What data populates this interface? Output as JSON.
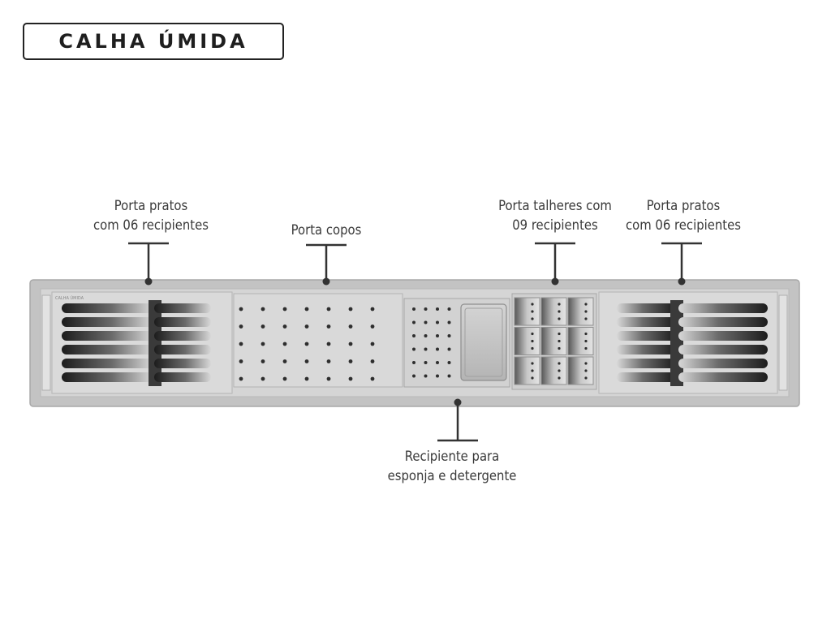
{
  "title": "CALHA ÚMIDA",
  "product_mark": "CALHA ÚMIDA",
  "callouts": [
    {
      "id": "porta-pratos-left",
      "lines": [
        "Porta pratos",
        "com 06 recipientes"
      ]
    },
    {
      "id": "porta-copos",
      "lines": [
        "Porta copos"
      ]
    },
    {
      "id": "porta-talheres",
      "lines": [
        "Porta talheres com",
        "09 recipientes"
      ]
    },
    {
      "id": "porta-pratos-right",
      "lines": [
        "Porta pratos",
        "com 06 recipientes"
      ]
    },
    {
      "id": "recipiente-esponja",
      "lines": [
        "Recipiente para",
        "esponja e detergente"
      ]
    }
  ],
  "colors": {
    "frame": "#c4c4c4",
    "frame_border": "#a9a9a9",
    "inner": "#d6d6d6",
    "dark": "#2a2a2a",
    "line": "#333333"
  }
}
